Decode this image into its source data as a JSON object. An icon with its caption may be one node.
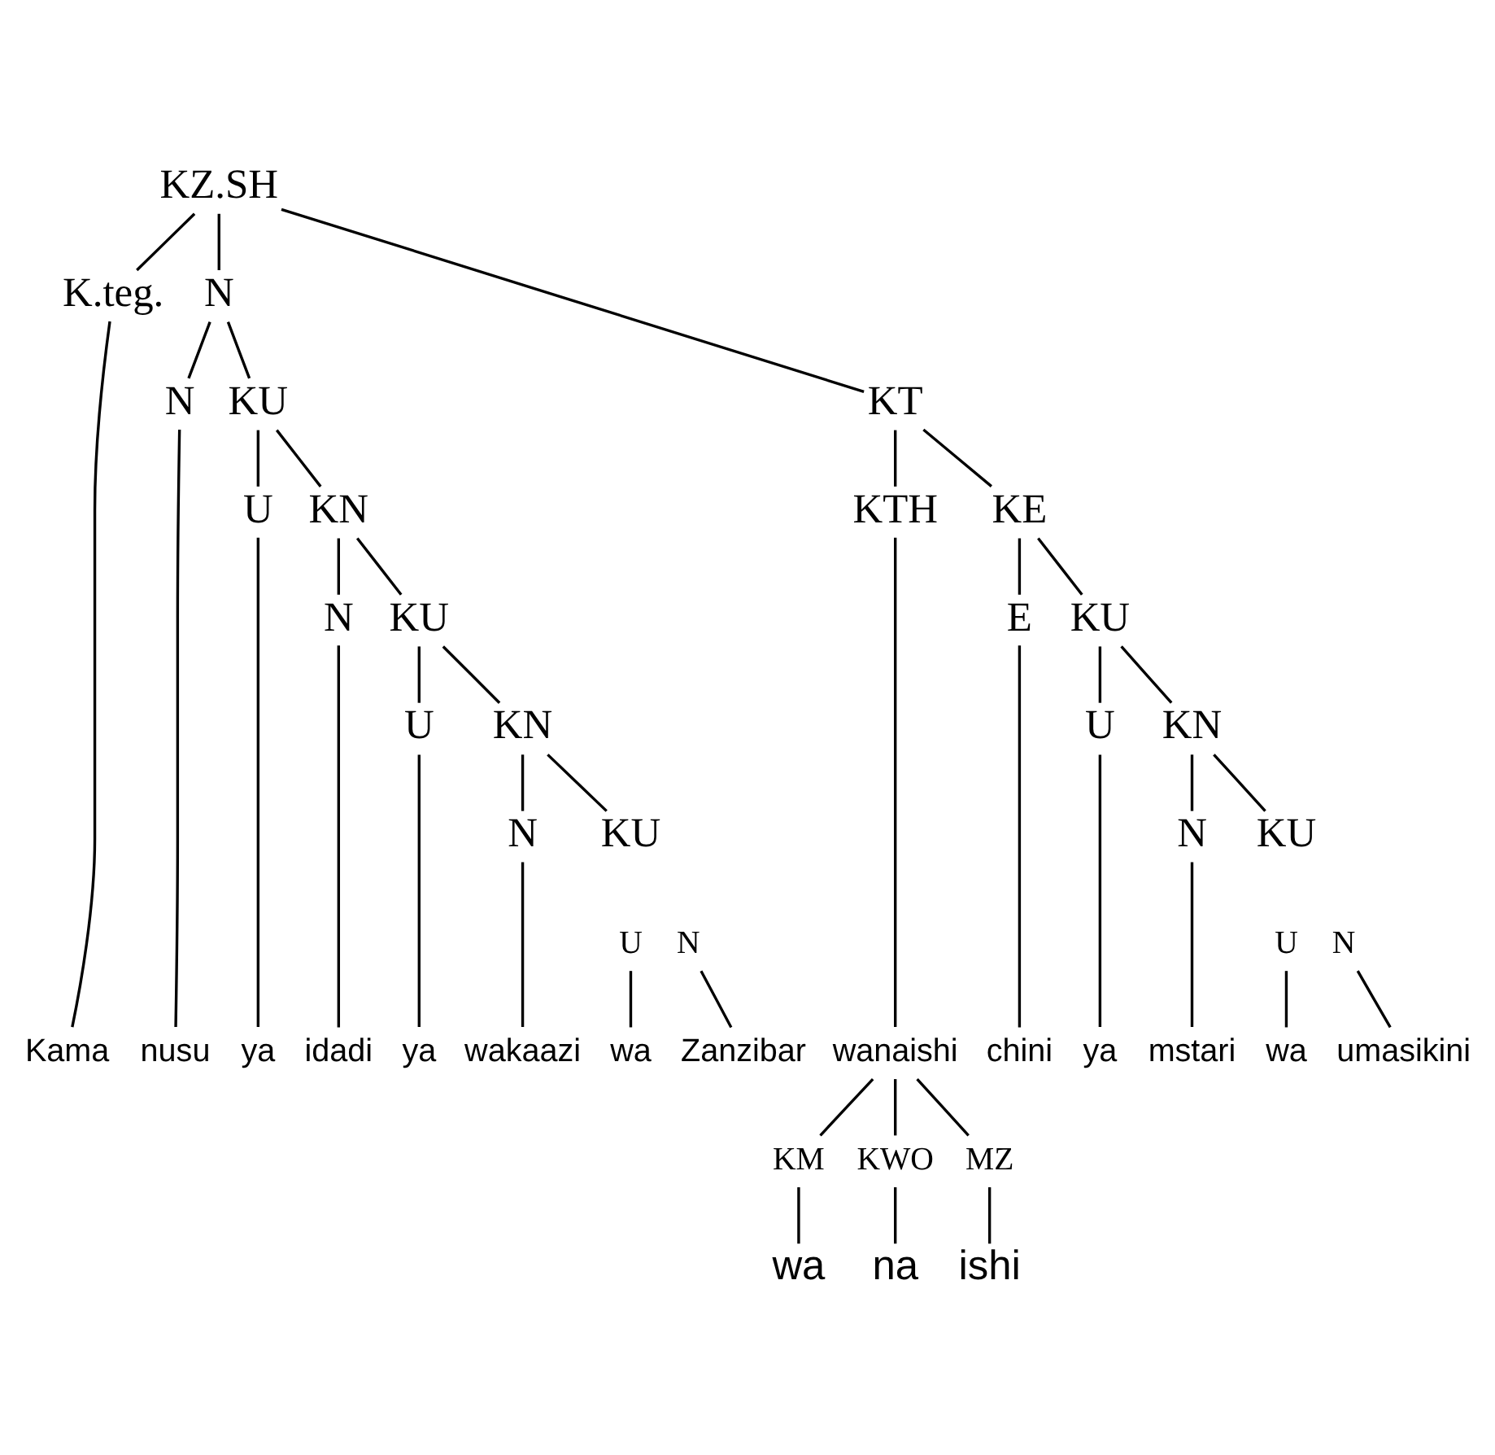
{
  "diagram": {
    "nodes": [
      {
        "text": [
          "KZ.SH"
        ]
      },
      {
        "text": [
          "K.teg."
        ]
      },
      {
        "text": [
          "N"
        ]
      },
      {
        "text": [
          "KT"
        ]
      },
      {
        "text": [
          "N"
        ]
      },
      {
        "text": [
          "KU"
        ]
      },
      {
        "text": [
          "U"
        ]
      },
      {
        "text": [
          "KN"
        ]
      },
      {
        "text": [
          "N"
        ]
      },
      {
        "text": [
          "KU"
        ]
      },
      {
        "text": [
          "U"
        ]
      },
      {
        "text": [
          "KN"
        ]
      },
      {
        "text": [
          "N"
        ]
      },
      {
        "text": [
          "KU"
        ]
      },
      {
        "text": [
          "U"
        ]
      },
      {
        "text": [
          "N"
        ]
      },
      {
        "text": [
          "KTH"
        ]
      },
      {
        "text": [
          "KE"
        ]
      },
      {
        "text": [
          "E"
        ]
      },
      {
        "text": [
          "KU"
        ]
      },
      {
        "text": [
          "U"
        ]
      },
      {
        "text": [
          "KN"
        ]
      },
      {
        "text": [
          "N"
        ]
      },
      {
        "text": [
          "KU"
        ]
      },
      {
        "text": [
          "U"
        ]
      },
      {
        "text": [
          "N"
        ]
      },
      {
        "text": [
          "Kama"
        ]
      },
      {
        "text": [
          "nusu"
        ]
      },
      {
        "text": [
          "ya"
        ]
      },
      {
        "text": [
          "idadi"
        ]
      },
      {
        "text": [
          "ya"
        ]
      },
      {
        "text": [
          "wakaazi"
        ]
      },
      {
        "text": [
          "wa"
        ]
      },
      {
        "text": [
          "Zanzibar"
        ]
      },
      {
        "text": [
          "wanaishi"
        ]
      },
      {
        "text": [
          "chini"
        ]
      },
      {
        "text": [
          "ya"
        ]
      },
      {
        "text": [
          "mstari"
        ]
      },
      {
        "text": [
          "wa"
        ]
      },
      {
        "text": [
          "umasikini"
        ]
      },
      {
        "text": [
          "KM"
        ]
      },
      {
        "text": [
          "KWO"
        ]
      },
      {
        "text": [
          "MZ"
        ]
      },
      {
        "text": [
          "wa"
        ]
      },
      {
        "text": [
          "na"
        ]
      },
      {
        "text": [
          "ishi"
        ]
      }
    ],
    "edges": [
      {
        "from": 0,
        "to": 1,
        "arrow": "none"
      },
      {
        "from": 0,
        "to": 2,
        "arrow": "none"
      },
      {
        "from": 0,
        "to": 3,
        "arrow": "none"
      },
      {
        "from": 2,
        "to": 4,
        "arrow": "none"
      },
      {
        "from": 2,
        "to": 5,
        "arrow": "none"
      },
      {
        "from": 5,
        "to": 6,
        "arrow": "none"
      },
      {
        "from": 5,
        "to": 7,
        "arrow": "none"
      },
      {
        "from": 7,
        "to": 8,
        "arrow": "none"
      },
      {
        "from": 7,
        "to": 9,
        "arrow": "none"
      },
      {
        "from": 9,
        "to": 10,
        "arrow": "none"
      },
      {
        "from": 9,
        "to": 11,
        "arrow": "none"
      },
      {
        "from": 11,
        "to": 12,
        "arrow": "none"
      },
      {
        "from": 11,
        "to": 13,
        "arrow": "none"
      },
      {
        "from": 3,
        "to": 16,
        "arrow": "none"
      },
      {
        "from": 3,
        "to": 17,
        "arrow": "none"
      },
      {
        "from": 17,
        "to": 18,
        "arrow": "none"
      },
      {
        "from": 17,
        "to": 19,
        "arrow": "none"
      },
      {
        "from": 19,
        "to": 20,
        "arrow": "none"
      },
      {
        "from": 19,
        "to": 21,
        "arrow": "none"
      },
      {
        "from": 21,
        "to": 22,
        "arrow": "none"
      },
      {
        "from": 21,
        "to": 23,
        "arrow": "none"
      },
      {
        "from": 1,
        "to": 26,
        "arrow": "none"
      },
      {
        "from": 4,
        "to": 27,
        "arrow": "none"
      },
      {
        "from": 6,
        "to": 28,
        "arrow": "none"
      },
      {
        "from": 8,
        "to": 29,
        "arrow": "none"
      },
      {
        "from": 10,
        "to": 30,
        "arrow": "none"
      },
      {
        "from": 12,
        "to": 31,
        "arrow": "none"
      },
      {
        "from": 14,
        "to": 32,
        "arrow": "none"
      },
      {
        "from": 15,
        "to": 33,
        "arrow": "none"
      },
      {
        "from": 16,
        "to": 34,
        "arrow": "none"
      },
      {
        "from": 18,
        "to": 35,
        "arrow": "none"
      },
      {
        "from": 20,
        "to": 36,
        "arrow": "none"
      },
      {
        "from": 22,
        "to": 37,
        "arrow": "none"
      },
      {
        "from": 24,
        "to": 38,
        "arrow": "none"
      },
      {
        "from": 25,
        "to": 39,
        "arrow": "none"
      },
      {
        "from": 34,
        "to": 40,
        "arrow": "none"
      },
      {
        "from": 34,
        "to": 41,
        "arrow": "none"
      },
      {
        "from": 34,
        "to": 42,
        "arrow": "none"
      },
      {
        "from": 40,
        "to": 43,
        "arrow": "none"
      },
      {
        "from": 41,
        "to": 44,
        "arrow": "none"
      },
      {
        "from": 42,
        "to": 45,
        "arrow": "none"
      }
    ]
  }
}
